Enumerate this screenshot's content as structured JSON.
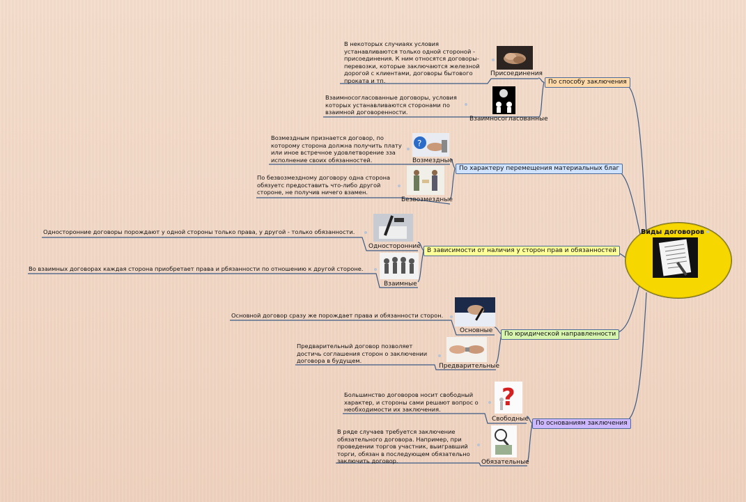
{
  "root": {
    "title": "Виды договоров"
  },
  "colors": {
    "background": "#f2d6c4",
    "root_fill": "#f6d800",
    "line": "#3b5a85",
    "topic_orange": "#ffd9a8",
    "topic_blue": "#cfe3ff",
    "topic_yellow": "#ffff99",
    "topic_green": "#d8f5b0",
    "topic_purple": "#cdb8ff"
  },
  "branches": [
    {
      "title": "По способу заключения",
      "children": [
        {
          "label": "Присоединения",
          "icon": "handshake-photo-icon",
          "note": "В некоторых случиаях условия устанавливаются только одной стороной - присоединения. К ним относятся договоры-перевозки, которые заключаются железной дорогой с клиентами, договоры бытового проката и тп."
        },
        {
          "label": "Взаимносогласованные",
          "icon": "agreement-figures-icon",
          "note": "Взаимносогласованные договоры, условия которых устанавливаются сторонами по взаимной договоренности."
        }
      ]
    },
    {
      "title": "По характеру перемещения материальных благ",
      "children": [
        {
          "label": "Возмездные",
          "icon": "question-handshake-icon",
          "note": "Возмездным признается договор, по которому сторона должна получить плату или иное встречное удовлетворение зза исполнение своих обязанностей."
        },
        {
          "label": "Безвозмездные",
          "icon": "two-people-exchange-icon",
          "note": "По безвозмездному договору одна сторона обязуетс предоставить что-либо другой стороне, не получив ничего взамен."
        }
      ]
    },
    {
      "title": "В зависимости от наличия у сторон прав и обязанностей",
      "children": [
        {
          "label": "Односторонние",
          "icon": "pen-signing-icon",
          "note": "Односторонние договоры порождают у одной стороны только права, у другой - только обязанности."
        },
        {
          "label": "Взаимные",
          "icon": "group-figures-icon",
          "note": "Во взаимных договорах каждая сторона приобретает права и рбязанности по отношению к другой стороне."
        }
      ]
    },
    {
      "title": "По юридической направленности",
      "children": [
        {
          "label": "Основные",
          "icon": "hand-writing-icon",
          "note": "Основной договор сразу же порождает права и обязанности сторон."
        },
        {
          "label": "Предварительные",
          "icon": "key-handover-icon",
          "note": "Предварительный договор позволяет достичь соглашения сторон о заключении договора в будущем."
        }
      ]
    },
    {
      "title": "По основаниям заключения",
      "children": [
        {
          "label": "Свободные",
          "icon": "question-mark-figure-icon",
          "note": "Большинство договоров носит свободный характер, и стороны сами решают вопрос о необходимости их заключения."
        },
        {
          "label": "Обязательные",
          "icon": "magnifier-figure-icon",
          "note": "В ряде случаев требуется заключение обязательного договора. Например, при проведении торгов участник, выигравший торги, обязан в последующем обязательно заключить договор."
        }
      ]
    }
  ]
}
